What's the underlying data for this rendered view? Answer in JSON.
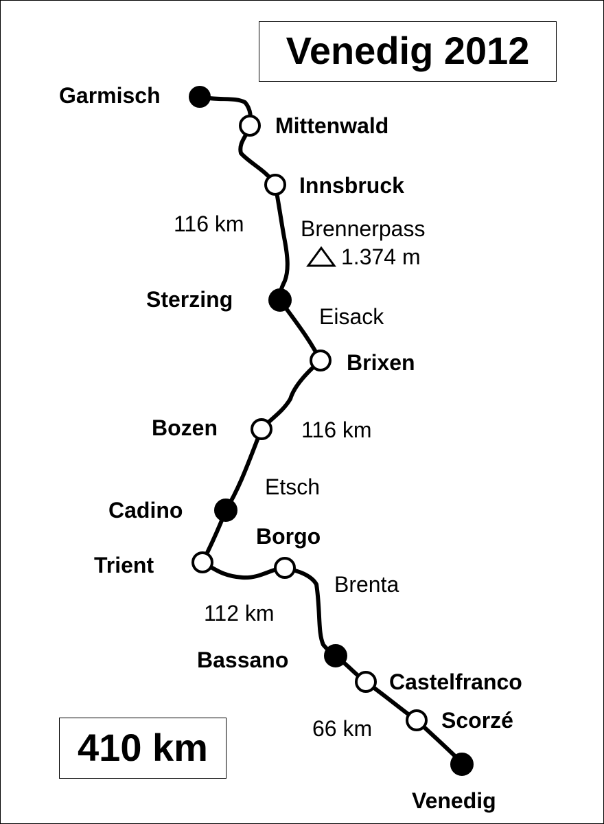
{
  "title": "Venedig 2012",
  "total_distance": "410 km",
  "colors": {
    "line": "#000000",
    "background": "#ffffff",
    "node_fill_stop": "#000000",
    "node_fill_pass": "#ffffff"
  },
  "stops": [
    {
      "name": "Garmisch",
      "type": "overnight"
    },
    {
      "name": "Mittenwald",
      "type": "waypoint"
    },
    {
      "name": "Innsbruck",
      "type": "waypoint"
    },
    {
      "name": "Sterzing",
      "type": "overnight"
    },
    {
      "name": "Brixen",
      "type": "waypoint"
    },
    {
      "name": "Bozen",
      "type": "waypoint"
    },
    {
      "name": "Cadino",
      "type": "overnight"
    },
    {
      "name": "Trient",
      "type": "waypoint"
    },
    {
      "name": "Borgo",
      "type": "waypoint"
    },
    {
      "name": "Bassano",
      "type": "overnight"
    },
    {
      "name": "Castelfranco",
      "type": "waypoint"
    },
    {
      "name": "Scorzé",
      "type": "waypoint"
    },
    {
      "name": "Venedig",
      "type": "overnight"
    }
  ],
  "stage_distances": [
    "116 km",
    "116 km",
    "112 km",
    "66 km"
  ],
  "pass": {
    "name": "Brennerpass",
    "elevation": "1.374 m",
    "icon": "mountain-triangle-icon"
  },
  "rivers": [
    "Eisack",
    "Etsch",
    "Brenta"
  ]
}
